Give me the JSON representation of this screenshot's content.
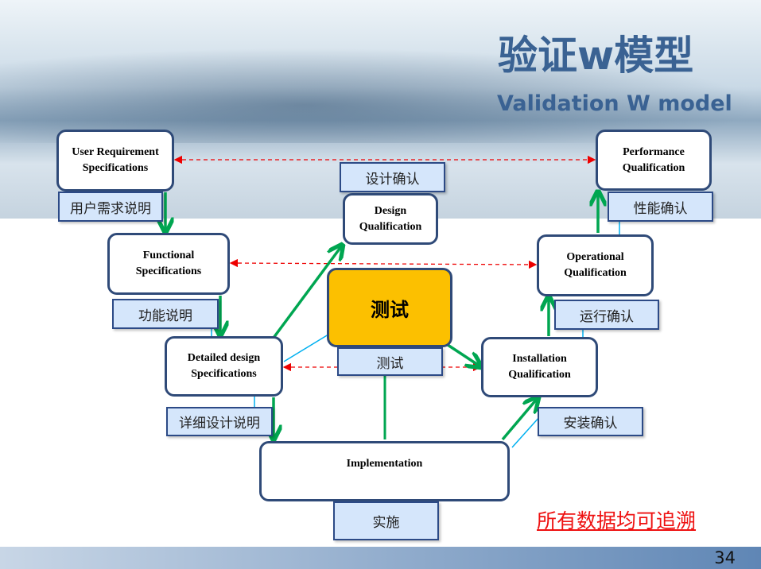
{
  "title": "验证w模型",
  "subtitle": "Validation W model",
  "boxes": {
    "urs": "User Requirement Specifications",
    "fs": "Functional Specifications",
    "dds": "Detailed design Specifications",
    "impl": "Implementation",
    "dq": "Design Qualification",
    "iq": "Installation Qualification",
    "oq": "Operational Qualification",
    "pq": "Performance Qualification",
    "test": "测试"
  },
  "labels": {
    "urs": "用户需求说明",
    "fs": "功能说明",
    "dds": "详细设计说明",
    "impl": "实施",
    "dq": "设计确认",
    "test": "测试",
    "iq": "安装确认",
    "oq": "运行确认",
    "pq": "性能确认"
  },
  "traceability": "所有数据均可追溯",
  "page_number": "34",
  "colors": {
    "title": "#3a6293",
    "test": "#fcc000",
    "flow": "#00a651",
    "link": "#00b0f0",
    "trace": "#ee1111"
  }
}
